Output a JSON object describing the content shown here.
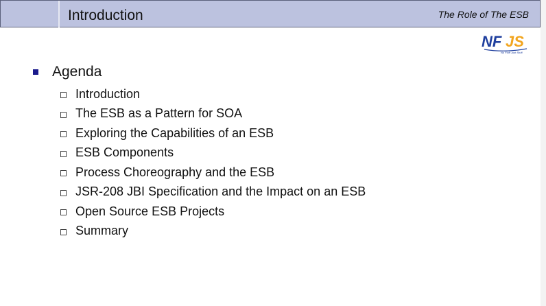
{
  "header": {
    "title": "Introduction",
    "subtitle": "The Role of The ESB"
  },
  "logo": {
    "text": "NFJS",
    "tagline": "No Fluff Just Stuff",
    "colors": {
      "primary": "#1f3f9e",
      "accent": "#f2a51e"
    }
  },
  "agenda": {
    "heading": "Agenda",
    "items": [
      "Introduction",
      "The ESB as a Pattern for SOA",
      "Exploring the Capabilities of an ESB",
      "ESB Components",
      "Process Choreography and the ESB",
      "JSR-208 JBI Specification and the Impact on an ESB",
      "Open Source ESB Projects",
      "Summary"
    ]
  },
  "colors": {
    "header_bar": "#bcc2df",
    "bullet": "#1a1a8c"
  }
}
